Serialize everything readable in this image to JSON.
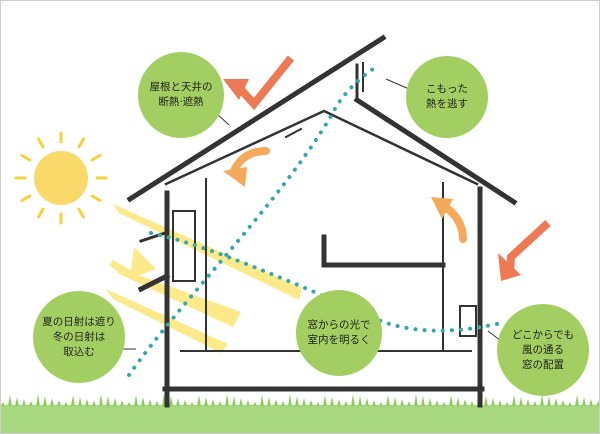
{
  "colors": {
    "bubble": "#a3cf62",
    "sun": "#f9d969",
    "sun_ray": "#f4d23c",
    "light_beam": "#fbe98a",
    "arrow_hot": "#ee7a55",
    "arrow_warm": "#f5aa5b",
    "airflow": "#36a8ac",
    "house_line": "#333333",
    "ground": "#a7d77e",
    "grass": "#8ccd5d"
  },
  "icons": [
    "sun-icon",
    "heat-arrow-icon",
    "airflow-arrow-icon",
    "wind-arrow-icon",
    "sunlight-beam-icon"
  ],
  "callouts": {
    "roof_insulation": {
      "line1": "屋根と天井の",
      "line2": "断熱·遮熱"
    },
    "heat_release": {
      "line1": "こもった",
      "line2": "熱を逃す"
    },
    "window_light": {
      "line1": "窓からの光で",
      "line2": "室内を明るく"
    },
    "sun_control": {
      "line1": "夏の日射は遮り",
      "line2": "冬の日射は",
      "line3": "取込む"
    },
    "window_layout": {
      "line1": "どこからでも",
      "line2": "風の通る",
      "line3": "窓の配置"
    }
  }
}
